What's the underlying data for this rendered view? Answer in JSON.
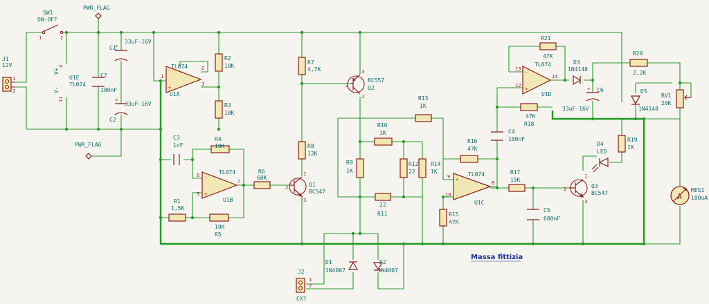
{
  "labels": {
    "sw1_ref": "SW1",
    "sw1_val": "ON-OFF",
    "pwr_flag_1": "PWR_FLAG",
    "pwr_flag_2": "PWR_FLAG",
    "j1_ref": "J1",
    "j1_val": "12V",
    "u1e_ref": "U1E",
    "u1e_val": "TL074",
    "u1e_vp": "V+",
    "u1e_vm": "V-",
    "c1_ref": "C1",
    "c1_val": "33uF-16V",
    "c2_ref": "C2",
    "c2_val": "33uF-16V",
    "c7_ref": "C7",
    "c7_val": "100nF",
    "u1a_ref": "U1A",
    "u1a_val": "TL074",
    "r2_ref": "R2",
    "r2_val": "10K",
    "r3_ref": "R3",
    "r3_val": "10K",
    "r7_ref": "R7",
    "r7_val": "4,7K",
    "q2_ref": "Q2",
    "q2_val": "BC557",
    "r21_ref": "R21",
    "r21_val": "47K",
    "d3_ref": "D3",
    "d3_val": "1N4148",
    "r20_ref": "R20",
    "r20_val": "2,2K",
    "u1d_ref": "U1D",
    "u1d_val": "TL074",
    "c6_ref": "C6",
    "c6_val": "33uF-16V",
    "d5_ref": "D5",
    "d5_val": "1N4148",
    "rv1_ref": "RV1",
    "rv1_val": "20K",
    "r18_ref": "R18",
    "r18_val": "47K",
    "r13_ref": "R13",
    "r13_val": "1K",
    "r10_ref": "R10",
    "r10_val": "1K",
    "c3_ref": "C3",
    "c3_val": "1nF",
    "r4_ref": "R4",
    "r4_val": "10K",
    "u1b_ref": "U1B",
    "u1b_val": "TL074",
    "r6_ref": "R6",
    "r6_val": "68K",
    "r1_ref": "R1",
    "r1_val": "1,5K",
    "r5_ref": "R5",
    "r5_val": "10K",
    "r8_ref": "R8",
    "r8_val": "12K",
    "q1_ref": "Q1",
    "q1_val": "BC547",
    "r9_ref": "R9",
    "r9_val": "1K",
    "r12_ref": "R12",
    "r12_val": "22",
    "r14_ref": "R14",
    "r14_val": "1K",
    "r11_ref": "R11",
    "r11_val": "22",
    "r16_ref": "R16",
    "r16_val": "47K",
    "c4_ref": "C4",
    "c4_val": "100nF",
    "u1c_ref": "U1C",
    "u1c_val": "TL074",
    "r15_ref": "R15",
    "r15_val": "47K",
    "r17_ref": "R17",
    "r17_val": "15K",
    "c5_ref": "C5",
    "c5_val": "680nF",
    "q3_ref": "Q3",
    "q3_val": "BC547",
    "d4_ref": "D4",
    "d4_val": "LED",
    "r19_ref": "R19",
    "r19_val": "1K",
    "mes1_ref": "MES1",
    "mes1_val": "100uA",
    "mes1_sym": "A",
    "d1_ref": "D1",
    "d1_val": "1N4007",
    "d2_ref": "D2",
    "d2_val": "1N4007",
    "j2_ref": "J2",
    "j2_val": "CX?",
    "net_massa": "Massa fittizia"
  },
  "pins": {
    "one": "1",
    "two": "2",
    "three": "3",
    "four": "4",
    "five": "5",
    "six": "6",
    "seven": "7",
    "eight": "8",
    "nine": "9",
    "ten": "10",
    "eleven": "11",
    "twelve": "12",
    "thirteen": "13",
    "fourteen": "14",
    "plus": "+",
    "minus": "-"
  },
  "colors": {
    "wire": "#2a9a2a",
    "component": "#8a1c1c",
    "component_fill": "#f2e8b4",
    "ref_text": "#0f6b6b",
    "pin_text": "#a01f1f",
    "net_label": "#1c2c9c",
    "background": "#f5f4ef"
  }
}
